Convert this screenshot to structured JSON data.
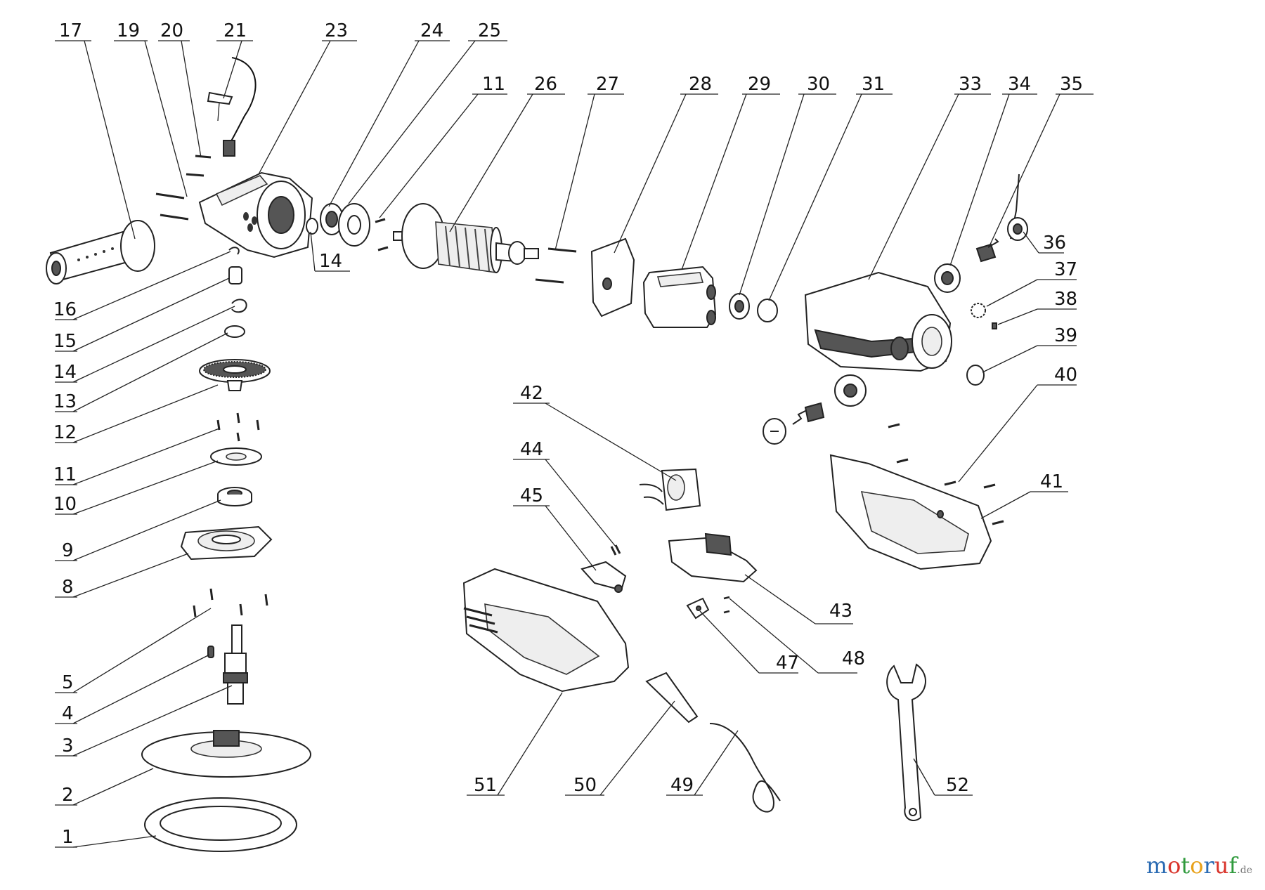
{
  "parts": {
    "p1": "1",
    "p2": "2",
    "p3": "3",
    "p4": "4",
    "p5": "5",
    "p8": "8",
    "p9": "9",
    "p10": "10",
    "p11a": "11",
    "p11b": "11",
    "p12": "12",
    "p13": "13",
    "p14a": "14",
    "p14b": "14",
    "p15": "15",
    "p16": "16",
    "p17": "17",
    "p19": "19",
    "p20": "20",
    "p21": "21",
    "p23": "23",
    "p24": "24",
    "p25": "25",
    "p26": "26",
    "p27": "27",
    "p28": "28",
    "p29": "29",
    "p30": "30",
    "p31": "31",
    "p33": "33",
    "p34": "34",
    "p35": "35",
    "p36": "36",
    "p37": "37",
    "p38": "38",
    "p39": "39",
    "p40": "40",
    "p41": "41",
    "p42": "42",
    "p43": "43",
    "p44": "44",
    "p45": "45",
    "p47": "47",
    "p48": "48",
    "p49": "49",
    "p50": "50",
    "p51": "51",
    "p52": "52"
  },
  "watermark": {
    "letters": [
      "m",
      "o",
      "t",
      "o",
      "r",
      "u",
      "f"
    ],
    "colors": [
      "#2a6bb3",
      "#d9342b",
      "#2f9a3c",
      "#e8a11a",
      "#2a6bb3",
      "#d9342b",
      "#2f9a3c"
    ],
    "tld": ".de"
  }
}
